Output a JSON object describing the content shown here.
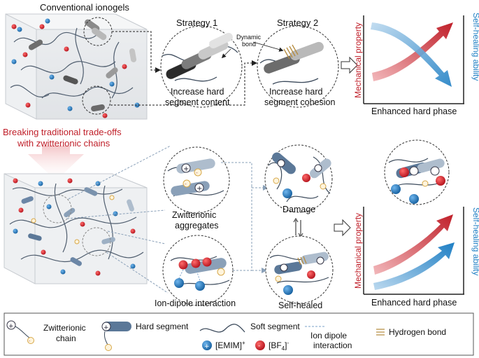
{
  "top": {
    "box_title": "Conventional ionogels",
    "strategy1_title": "Strategy 1",
    "strategy1_caption_1": "Increase hard",
    "strategy1_caption_2": "segment content",
    "strategy2_title": "Strategy 2",
    "strategy2_caption_1": "Increase hard",
    "strategy2_caption_2": "segment cohesion",
    "dynamic_bond_1": "Dynamic",
    "dynamic_bond_2": "bond",
    "plot_ylabel_left": "Mechanical property",
    "plot_ylabel_right": "Self-healing ability",
    "plot_xlabel": "Enhanced hard phase"
  },
  "banner": {
    "line1": "Breaking traditional trade-offs",
    "line2": "with zwitterionic chains"
  },
  "bottom": {
    "aggregates_1": "Zwitterionic",
    "aggregates_2": "aggregates",
    "ion_dipole": "Ion-dipole interaction",
    "damage": "Damage",
    "self_healed": "Self-healed",
    "plot_ylabel_left": "Mechanical property",
    "plot_ylabel_right": "Self-healing ability",
    "plot_xlabel": "Enhanced hard phase"
  },
  "legend": {
    "zwitterionic_1": "Zwitterionic",
    "zwitterionic_2": "chain",
    "hard_segment": "Hard segment",
    "soft_segment": "Soft segment",
    "ion_dipole_1": "Ion dipole",
    "ion_dipole_2": "interaction",
    "hydrogen_bond": "Hydrogen bond",
    "emim": "[EMIM]",
    "emim_sup": "+",
    "bf4": "[BF",
    "bf4_sub": "4",
    "bf4_close": "]",
    "bf4_sup": "-"
  },
  "colors": {
    "red": "#c0202a",
    "blue": "#1f7fc4",
    "hard_dark": "#3a3a3a",
    "hard_blue": "#5b7898"
  }
}
